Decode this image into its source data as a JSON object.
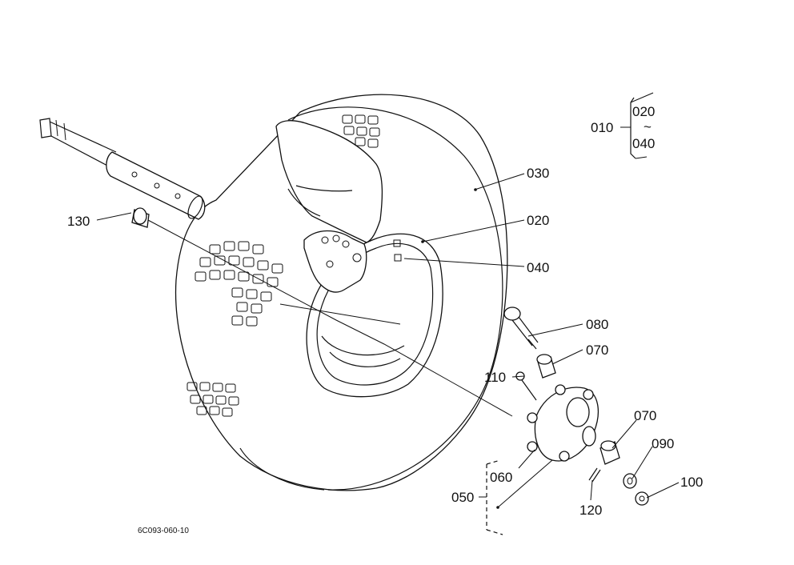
{
  "drawing_code": "6C093-060-10",
  "assembly": {
    "label": "010",
    "range_start": "020",
    "range_symbol": "~",
    "range_end": "040"
  },
  "callouts": {
    "p130": "130",
    "p030": "030",
    "p020": "020",
    "p040": "040",
    "p080": "080",
    "p070a": "070",
    "p110": "110",
    "p070b": "070",
    "p090": "090",
    "p060": "060",
    "p050": "050",
    "p100": "100",
    "p120": "120"
  }
}
